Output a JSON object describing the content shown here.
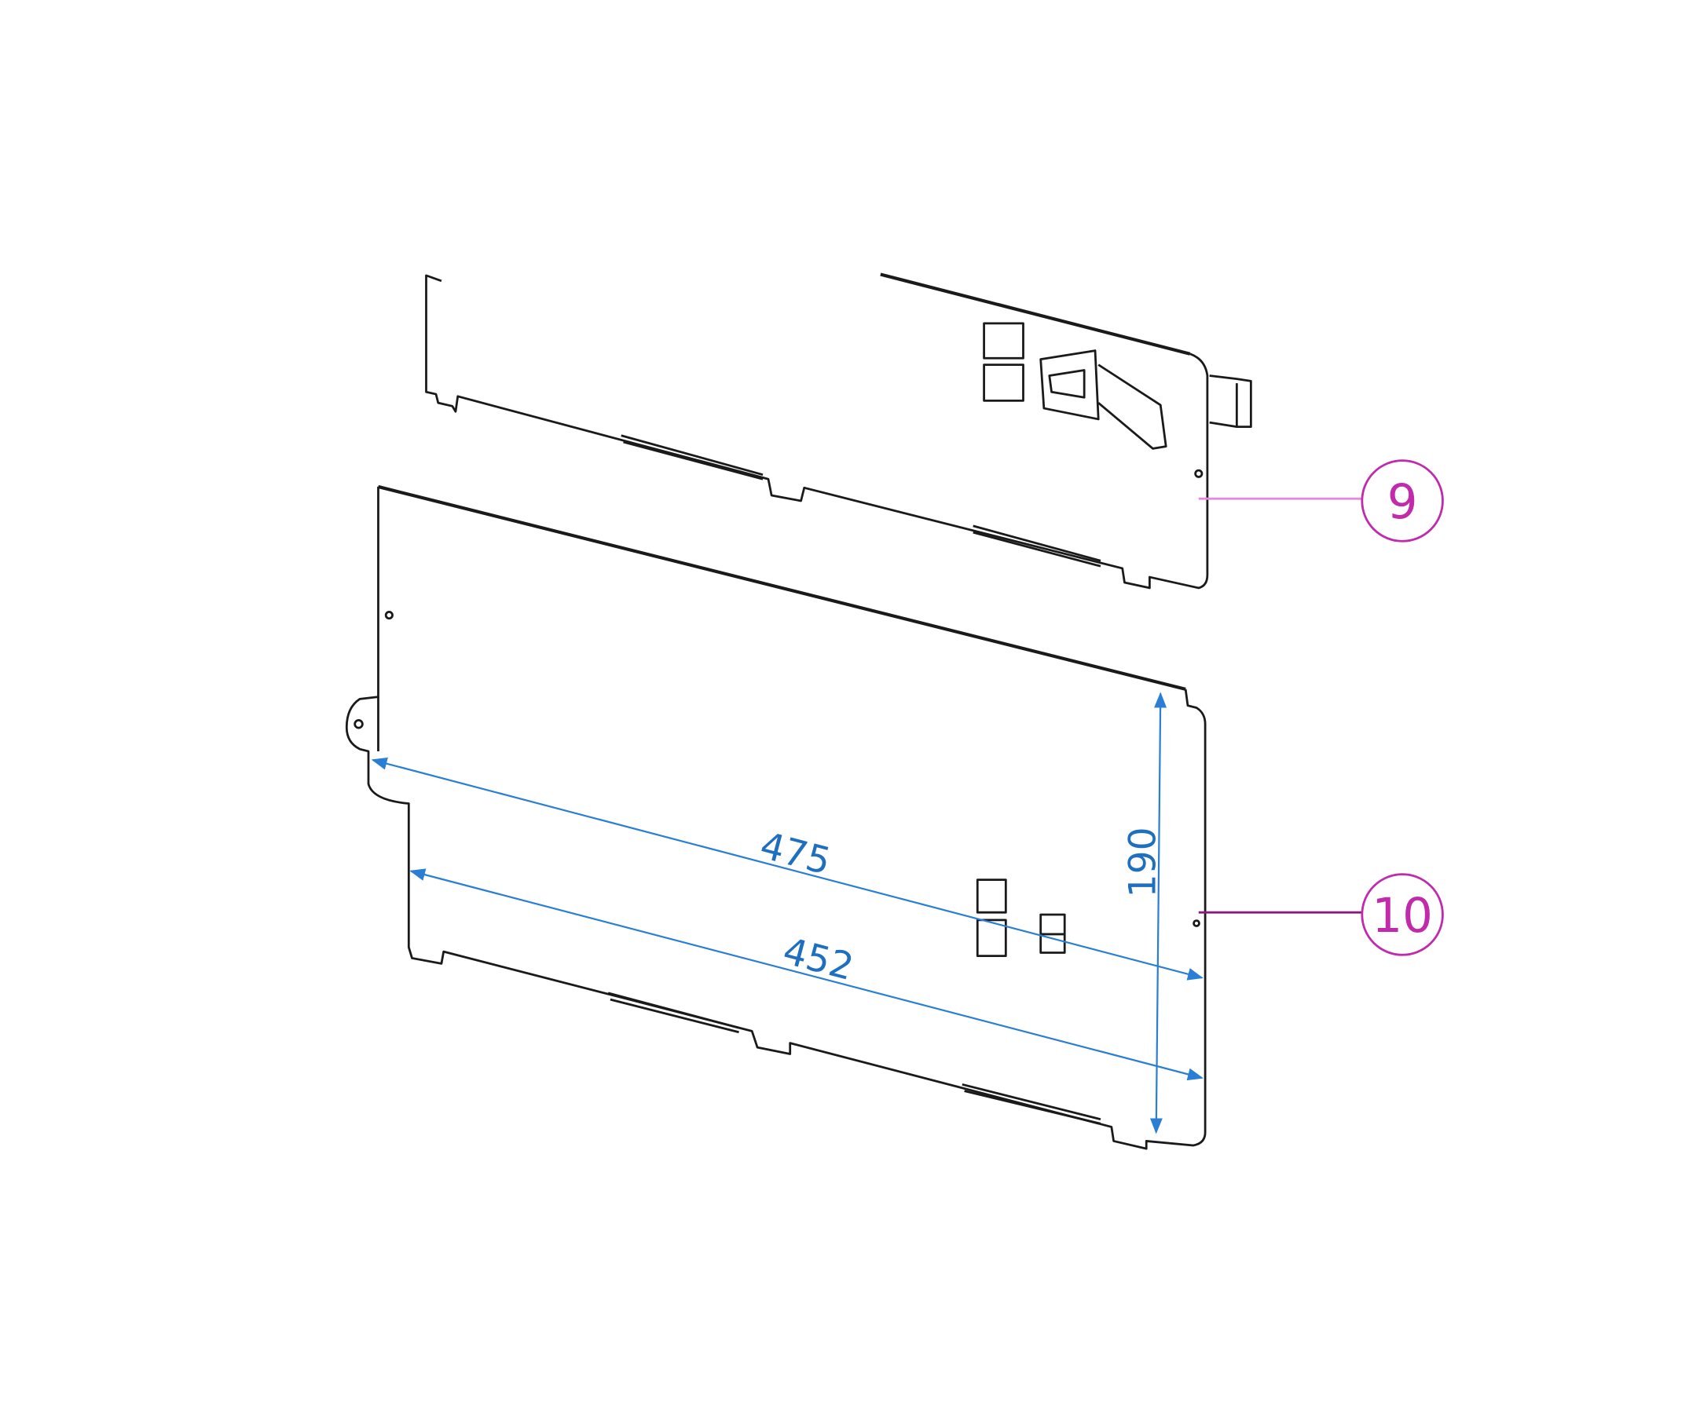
{
  "callouts": [
    {
      "label": "9",
      "color": "#d63fbf"
    },
    {
      "label": "10",
      "color": "#b0189c"
    }
  ],
  "dimensions": {
    "length_outer": "475",
    "length_inner": "452",
    "height": "190",
    "color": "#2a7fd4"
  }
}
